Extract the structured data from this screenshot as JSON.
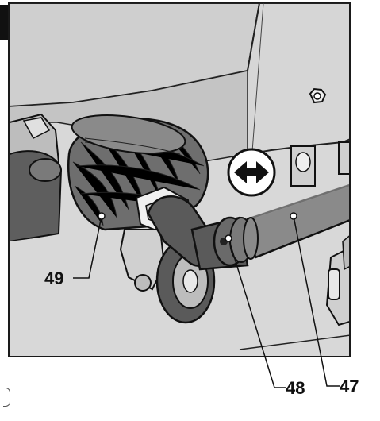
{
  "figure": {
    "callouts": {
      "part_49": "49",
      "part_48": "48",
      "part_47": "47"
    },
    "colors": {
      "background": "#d8d8d8",
      "outline": "#111111",
      "hose": "#8a8a8a",
      "rubber": "#6e6e6e"
    },
    "icons": [
      "double-arrow-icon",
      "nut-icon"
    ]
  }
}
